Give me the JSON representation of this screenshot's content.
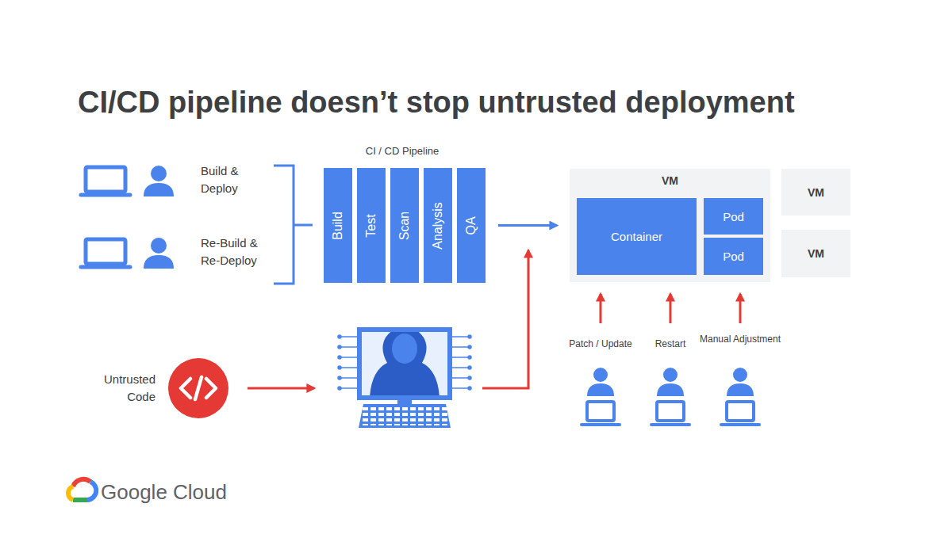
{
  "diagram": {
    "title": "CI/CD pipeline doesn’t stop untrusted deployment",
    "nodes": [
      {
        "text": [
          "Build"
        ]
      },
      {
        "text": [
          "Test"
        ]
      },
      {
        "text": [
          "Scan"
        ]
      },
      {
        "text": [
          "Analysis"
        ]
      },
      {
        "text": [
          "QA"
        ]
      },
      {
        "text": [
          "VM"
        ]
      },
      {
        "text": [
          "Container"
        ],
        "in": 5
      },
      {
        "text": [
          "Pod"
        ],
        "in": 5
      },
      {
        "text": [
          "Pod"
        ],
        "in": 5
      },
      {
        "text": [
          "VM"
        ]
      },
      {
        "text": [
          "VM"
        ]
      },
      {
        "text": [
          "Untrusted Code"
        ]
      }
    ],
    "edges": [
      {
        "from": 4,
        "to": 5,
        "arrow": "to"
      }
    ],
    "labels": [
      "CI / CD Pipeline",
      "Build & Deploy",
      "Re-Build & Re-Deploy",
      "Patch / Update",
      "Restart",
      "Manual Adjustment",
      "Google Cloud"
    ]
  }
}
